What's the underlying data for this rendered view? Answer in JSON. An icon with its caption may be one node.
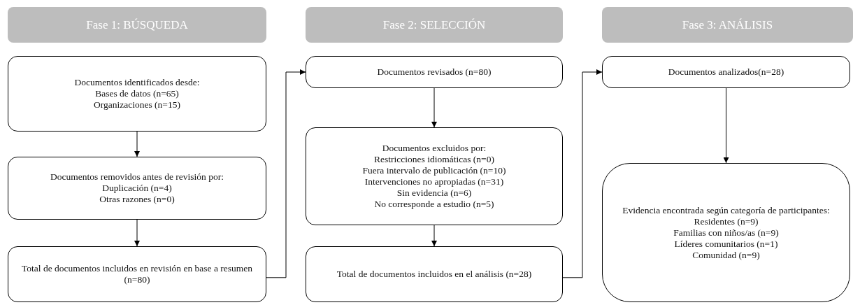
{
  "diagram": {
    "nodes": [
      {
        "text": [
          "Fase 1: BÚSQUEDA"
        ]
      },
      {
        "text": [
          "Fase 2: SELECCIÓN"
        ]
      },
      {
        "text": [
          "Fase 3: ANÁLISIS"
        ]
      },
      {
        "text": [
          "Documentos identificados desde:",
          "Bases de datos (n=65)",
          "Organizaciones (n=15)"
        ]
      },
      {
        "text": [
          "Documentos removidos antes de revisión por:",
          "Duplicación (n=4)",
          "Otras razones (n=0)"
        ]
      },
      {
        "text": [
          "Total de documentos incluidos en revisión en base a resumen (n=80)"
        ]
      },
      {
        "text": [
          "Documentos revisados (n=80)"
        ]
      },
      {
        "text": [
          "Documentos excluidos por:",
          "Restricciones idiomáticas (n=0)",
          "Fuera intervalo de publicación (n=10)",
          "Intervenciones no apropiadas (n=31)",
          "Sin evidencia (n=6)",
          "No corresponde a estudio (n=5)"
        ]
      },
      {
        "text": [
          "Total de documentos incluidos en el análisis (n=28)"
        ]
      },
      {
        "text": [
          "Documentos analizados(n=28)"
        ]
      },
      {
        "text": [
          "Evidencia encontrada según categoría de participantes:",
          "Residentes (n=9)",
          "Familias con niños/as (n=9)",
          "Líderes comunitarios (n=1)",
          "Comunidad (n=9)"
        ]
      }
    ],
    "edges": [
      {
        "from": 3,
        "to": 4,
        "arrow": "to"
      },
      {
        "from": 4,
        "to": 5,
        "arrow": "to"
      },
      {
        "from": 5,
        "to": 6,
        "arrow": "to"
      },
      {
        "from": 6,
        "to": 7,
        "arrow": "to"
      },
      {
        "from": 7,
        "to": 8,
        "arrow": "to"
      },
      {
        "from": 8,
        "to": 9,
        "arrow": "to"
      },
      {
        "from": 9,
        "to": 10,
        "arrow": "to"
      }
    ]
  }
}
